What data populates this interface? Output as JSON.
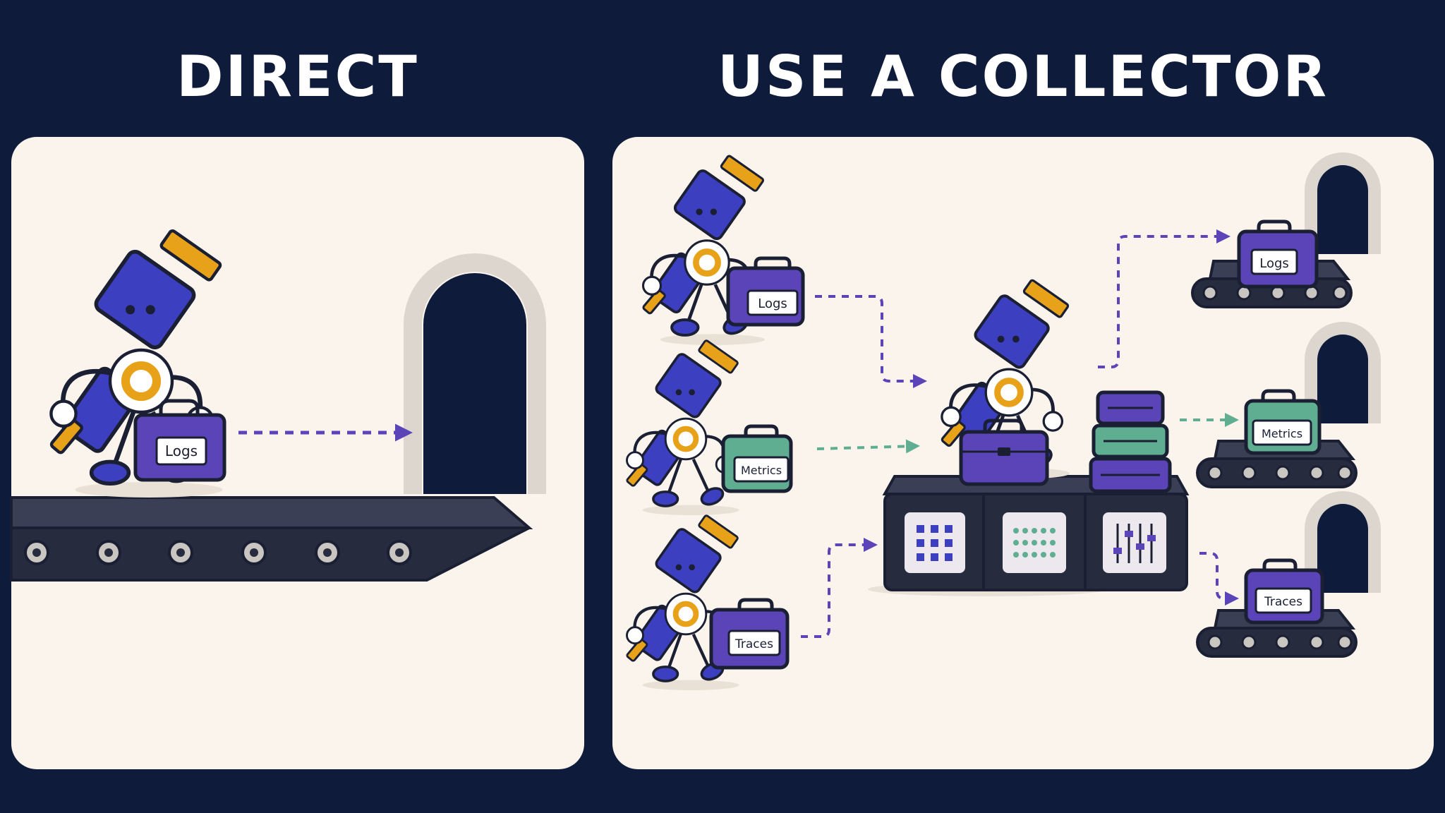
{
  "colors": {
    "background": "#0f1b3a",
    "panel": "#faf4ec",
    "robot_blue": "#3b3fc0",
    "robot_orange": "#e8a21a",
    "logs_purple": "#5b44b8",
    "metrics_green": "#5fae92",
    "belt_dark": "#262b3e",
    "arrow_purple": "#5b44b8",
    "arrow_green": "#5fae92"
  },
  "panels": {
    "direct": {
      "title": "DIRECT",
      "bag_label": "Logs"
    },
    "collector": {
      "title": "USE A COLLECTOR",
      "senders": [
        {
          "label": "Logs",
          "color": "purple"
        },
        {
          "label": "Metrics",
          "color": "green"
        },
        {
          "label": "Traces",
          "color": "purple"
        }
      ],
      "destinations": [
        {
          "label": "Logs",
          "color": "purple"
        },
        {
          "label": "Metrics",
          "color": "green"
        },
        {
          "label": "Traces",
          "color": "purple"
        }
      ],
      "hub_icons": [
        "grid-icon",
        "dot-matrix-icon",
        "sliders-icon"
      ]
    }
  }
}
